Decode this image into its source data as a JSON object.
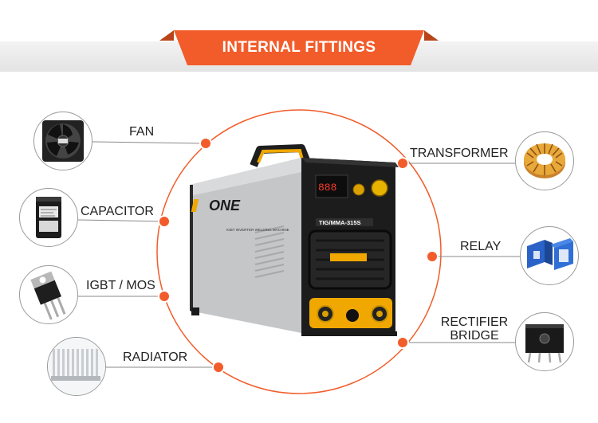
{
  "header": {
    "title": "INTERNAL FITTINGS"
  },
  "colors": {
    "accent": "#f25c2a",
    "accent_dark": "#c94a1f",
    "band": "#e8e8e8"
  },
  "machine": {
    "brand": "ONE",
    "model": "TIG/MMA-315S",
    "side_text": "IGBT INVERTER WELDING MACHINE"
  },
  "components": {
    "fan": {
      "label": "FAN",
      "icon": "fan-icon"
    },
    "capacitor": {
      "label": "CAPACITOR",
      "icon": "capacitor-icon"
    },
    "igbt": {
      "label": "IGBT / MOS",
      "icon": "transistor-icon"
    },
    "radiator": {
      "label": "RADIATOR",
      "icon": "heatsink-icon"
    },
    "transformer": {
      "label": "TRANSFORMER",
      "icon": "toroid-coil-icon"
    },
    "relay": {
      "label": "RELAY",
      "icon": "relay-icon"
    },
    "rectifier": {
      "label_line1": "RECTIFIER",
      "label_line2": "BRIDGE",
      "icon": "bridge-rectifier-icon"
    }
  }
}
